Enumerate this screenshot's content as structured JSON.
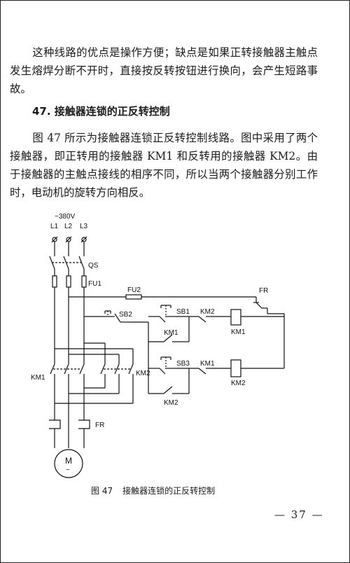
{
  "paragraph1": "这种线路的优点是操作方便；缺点是如果正转接触器主触点发生熔焊分断不开时，直接按反转按钮进行换向，会产生短路事故。",
  "heading": "47. 接触器连锁的正反转控制",
  "paragraph2": "图 47 所示为接触器连锁正反转控制线路。图中采用了两个接触器，即正转用的接触器 KM1 和反转用的接触器 KM2。由于接触器的主触点接线的相序不同，所以当两个接触器分别工作时，电动机的旋转方向相反。",
  "diagram": {
    "voltage": "~380V",
    "phases": [
      "L1",
      "L2",
      "L3"
    ],
    "switch": "QS",
    "fuse_main": "FU1",
    "fuse_ctrl": "FU2",
    "thermal": "FR",
    "btn_stop": "SB2",
    "btn_fwd": "SB1",
    "btn_rev": "SB3",
    "km1": "KM1",
    "km2": "KM2",
    "motor": "M",
    "motor_sym": "~"
  },
  "caption": {
    "number": "图 47",
    "title": "接触器连锁的正反转控制"
  },
  "page_number": "— 37 —"
}
